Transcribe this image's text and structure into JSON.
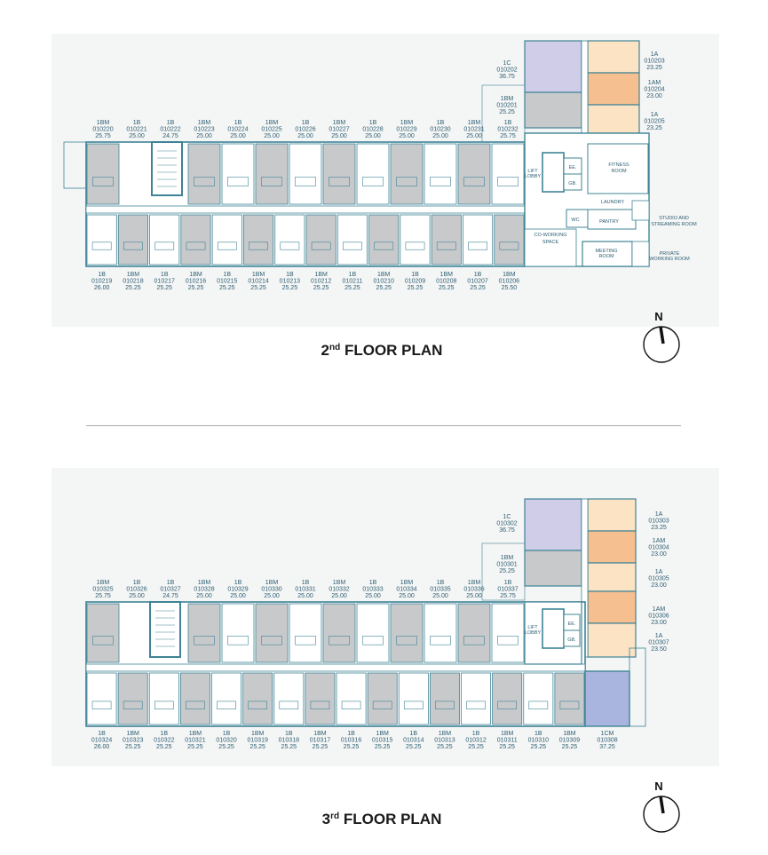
{
  "colors": {
    "wall": "#3f8496",
    "shade_grey": "#c8c9cb",
    "room_1a": "#fbe3c3",
    "room_1am": "#f6bf8f",
    "room_1c": "#cfcde7",
    "room_1cm": "#a9b5de",
    "label": "#2e5f73",
    "bg_panel": "#f4f5f5"
  },
  "compass_label": "N",
  "floor2": {
    "title": "2nd FLOOR PLAN",
    "title_main": "2",
    "title_sup": "nd",
    "title_rest": " FLOOR PLAN",
    "top_units": [
      {
        "type": "1BM",
        "id": "010220",
        "area": "25.75"
      },
      {
        "type": "1B",
        "id": "010221",
        "area": "25.00"
      },
      {
        "type": "1B",
        "id": "010222",
        "area": "24.75"
      },
      {
        "type": "1BM",
        "id": "010223",
        "area": "25.00"
      },
      {
        "type": "1B",
        "id": "010224",
        "area": "25.00"
      },
      {
        "type": "1BM",
        "id": "010225",
        "area": "25.00"
      },
      {
        "type": "1B",
        "id": "010226",
        "area": "25.00"
      },
      {
        "type": "1BM",
        "id": "010227",
        "area": "25.00"
      },
      {
        "type": "1B",
        "id": "010228",
        "area": "25.00"
      },
      {
        "type": "1BM",
        "id": "010229",
        "area": "25.00"
      },
      {
        "type": "1B",
        "id": "010230",
        "area": "25.00"
      },
      {
        "type": "1BM",
        "id": "010231",
        "area": "25.00"
      },
      {
        "type": "1B",
        "id": "010232",
        "area": "25.75"
      }
    ],
    "bottom_units": [
      {
        "type": "1B",
        "id": "010219",
        "area": "26.00"
      },
      {
        "type": "1BM",
        "id": "010218",
        "area": "25.25"
      },
      {
        "type": "1B",
        "id": "010217",
        "area": "25.25"
      },
      {
        "type": "1BM",
        "id": "010216",
        "area": "25.25"
      },
      {
        "type": "1B",
        "id": "010215",
        "area": "25.25"
      },
      {
        "type": "1BM",
        "id": "010214",
        "area": "25.25"
      },
      {
        "type": "1B",
        "id": "010213",
        "area": "25.25"
      },
      {
        "type": "1BM",
        "id": "010212",
        "area": "25.25"
      },
      {
        "type": "1B",
        "id": "010211",
        "area": "25.25"
      },
      {
        "type": "1BM",
        "id": "010210",
        "area": "25.25"
      },
      {
        "type": "1B",
        "id": "010209",
        "area": "25.25"
      },
      {
        "type": "1BM",
        "id": "010208",
        "area": "25.25"
      },
      {
        "type": "1B",
        "id": "010207",
        "area": "25.25"
      },
      {
        "type": "1BM",
        "id": "010206",
        "area": "25.50"
      }
    ],
    "wing_left_units": [
      {
        "type": "1C",
        "id": "010202",
        "area": "36.75"
      },
      {
        "type": "1BM",
        "id": "010201",
        "area": "25.25"
      }
    ],
    "wing_right_units": [
      {
        "type": "1A",
        "id": "010203",
        "area": "23.25"
      },
      {
        "type": "1AM",
        "id": "010204",
        "area": "23.00"
      },
      {
        "type": "1A",
        "id": "010205",
        "area": "23.25"
      }
    ],
    "rooms": {
      "lift_lobby_1": "LIFT",
      "lift_lobby_2": "LOBBY",
      "ee": "EE.",
      "gb": "GB.",
      "fitness_1": "FITNESS",
      "fitness_2": "ROOM",
      "laundry": "LAUNDRY",
      "wc": "WC",
      "pantry": "PANTRY",
      "studio_1": "STUDIO AND",
      "studio_2": "STREAMING ROOM",
      "coworking_1": "CO-WORKING",
      "coworking_2": "SPACE",
      "meeting_1": "MEETING",
      "meeting_2": "ROOM",
      "private_1": "PRIVATE",
      "private_2": "WORKING ROOM"
    }
  },
  "floor3": {
    "title": "3rd FLOOR PLAN",
    "title_main": "3",
    "title_sup": "rd",
    "title_rest": " FLOOR PLAN",
    "top_units": [
      {
        "type": "1BM",
        "id": "010325",
        "area": "25.75"
      },
      {
        "type": "1B",
        "id": "010326",
        "area": "25.00"
      },
      {
        "type": "1B",
        "id": "010327",
        "area": "24.75"
      },
      {
        "type": "1BM",
        "id": "010328",
        "area": "25.00"
      },
      {
        "type": "1B",
        "id": "010329",
        "area": "25.00"
      },
      {
        "type": "1BM",
        "id": "010330",
        "area": "25.00"
      },
      {
        "type": "1B",
        "id": "010331",
        "area": "25.00"
      },
      {
        "type": "1BM",
        "id": "010332",
        "area": "25.00"
      },
      {
        "type": "1B",
        "id": "010333",
        "area": "25.00"
      },
      {
        "type": "1BM",
        "id": "010334",
        "area": "25.00"
      },
      {
        "type": "1B",
        "id": "010335",
        "area": "25.00"
      },
      {
        "type": "1BM",
        "id": "010336",
        "area": "25.00"
      },
      {
        "type": "1B",
        "id": "010337",
        "area": "25.75"
      }
    ],
    "bottom_units": [
      {
        "type": "1B",
        "id": "010324",
        "area": "26.00"
      },
      {
        "type": "1BM",
        "id": "010323",
        "area": "25.25"
      },
      {
        "type": "1B",
        "id": "010322",
        "area": "25.25"
      },
      {
        "type": "1BM",
        "id": "010321",
        "area": "25.25"
      },
      {
        "type": "1B",
        "id": "010320",
        "area": "25.25"
      },
      {
        "type": "1BM",
        "id": "010319",
        "area": "25.25"
      },
      {
        "type": "1B",
        "id": "010318",
        "area": "25.25"
      },
      {
        "type": "1BM",
        "id": "010317",
        "area": "25.25"
      },
      {
        "type": "1B",
        "id": "010316",
        "area": "25.25"
      },
      {
        "type": "1BM",
        "id": "010315",
        "area": "25.25"
      },
      {
        "type": "1B",
        "id": "010314",
        "area": "25.25"
      },
      {
        "type": "1BM",
        "id": "010313",
        "area": "25.25"
      },
      {
        "type": "1B",
        "id": "010312",
        "area": "25.25"
      },
      {
        "type": "1BM",
        "id": "010311",
        "area": "25.25"
      },
      {
        "type": "1B",
        "id": "010310",
        "area": "25.25"
      },
      {
        "type": "1BM",
        "id": "010309",
        "area": "25.25"
      },
      {
        "type": "1CM",
        "id": "010308",
        "area": "37.25"
      }
    ],
    "wing_left_units": [
      {
        "type": "1C",
        "id": "010302",
        "area": "36.75"
      },
      {
        "type": "1BM",
        "id": "010301",
        "area": "25.25"
      }
    ],
    "wing_right_units": [
      {
        "type": "1A",
        "id": "010303",
        "area": "23.25"
      },
      {
        "type": "1AM",
        "id": "010304",
        "area": "23.00"
      },
      {
        "type": "1A",
        "id": "010305",
        "area": "23.00"
      },
      {
        "type": "1AM",
        "id": "010306",
        "area": "23.00"
      },
      {
        "type": "1A",
        "id": "010307",
        "area": "23.50"
      }
    ],
    "rooms": {
      "lift_lobby_1": "LIFT",
      "lift_lobby_2": "LOBBY",
      "ee": "EE.",
      "gb": "GB."
    }
  }
}
